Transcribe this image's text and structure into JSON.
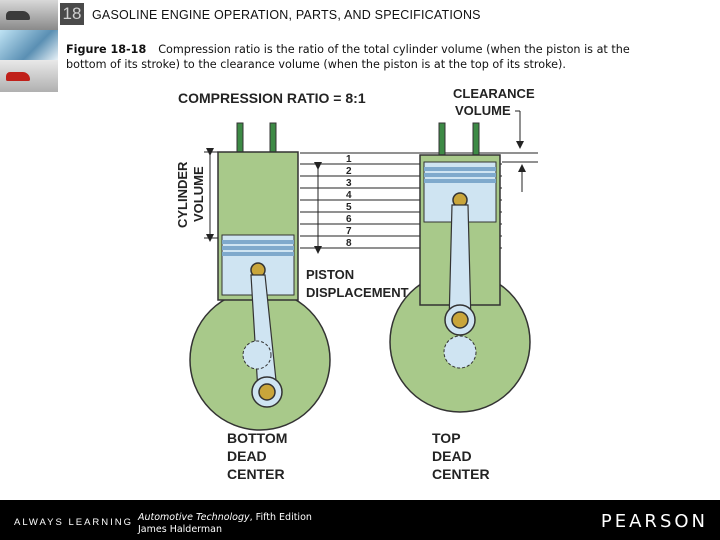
{
  "header": {
    "chapter_number": "18",
    "chapter_title": "GASOLINE ENGINE OPERATION, PARTS, AND SPECIFICATIONS"
  },
  "caption": {
    "figure_label": "Figure 18-18",
    "text": "Compression ratio is the ratio of the total cylinder volume (when the piston is at the bottom of its stroke) to the clearance volume (when the piston is at the top of its stroke)."
  },
  "diagram": {
    "title": "COMPRESSION RATIO = 8:1",
    "clearance_line1": "CLEARANCE",
    "clearance_line2": "VOLUME",
    "cylinder_line1": "CYLINDER",
    "cylinder_line2": "VOLUME",
    "piston_line1": "PISTON",
    "piston_line2": "DISPLACEMENT",
    "scale_numbers": [
      "1",
      "2",
      "3",
      "4",
      "5",
      "6",
      "7",
      "8"
    ],
    "bdc_line1": "BOTTOM",
    "bdc_line2": "DEAD",
    "bdc_line3": "CENTER",
    "tdc_line1": "TOP",
    "tdc_line2": "DEAD",
    "tdc_line3": "CENTER",
    "colors": {
      "engine_green": "#a8c98a",
      "piston_blue": "#cfe4f2",
      "ring_blue": "#7fa9cc",
      "outline": "#333333",
      "valve_green": "#3d8a45"
    }
  },
  "footer": {
    "tagline": "ALWAYS LEARNING",
    "book_title": "Automotive Technology",
    "edition": ", Fifth Edition",
    "author": "James Halderman",
    "brand": "PEARSON"
  }
}
